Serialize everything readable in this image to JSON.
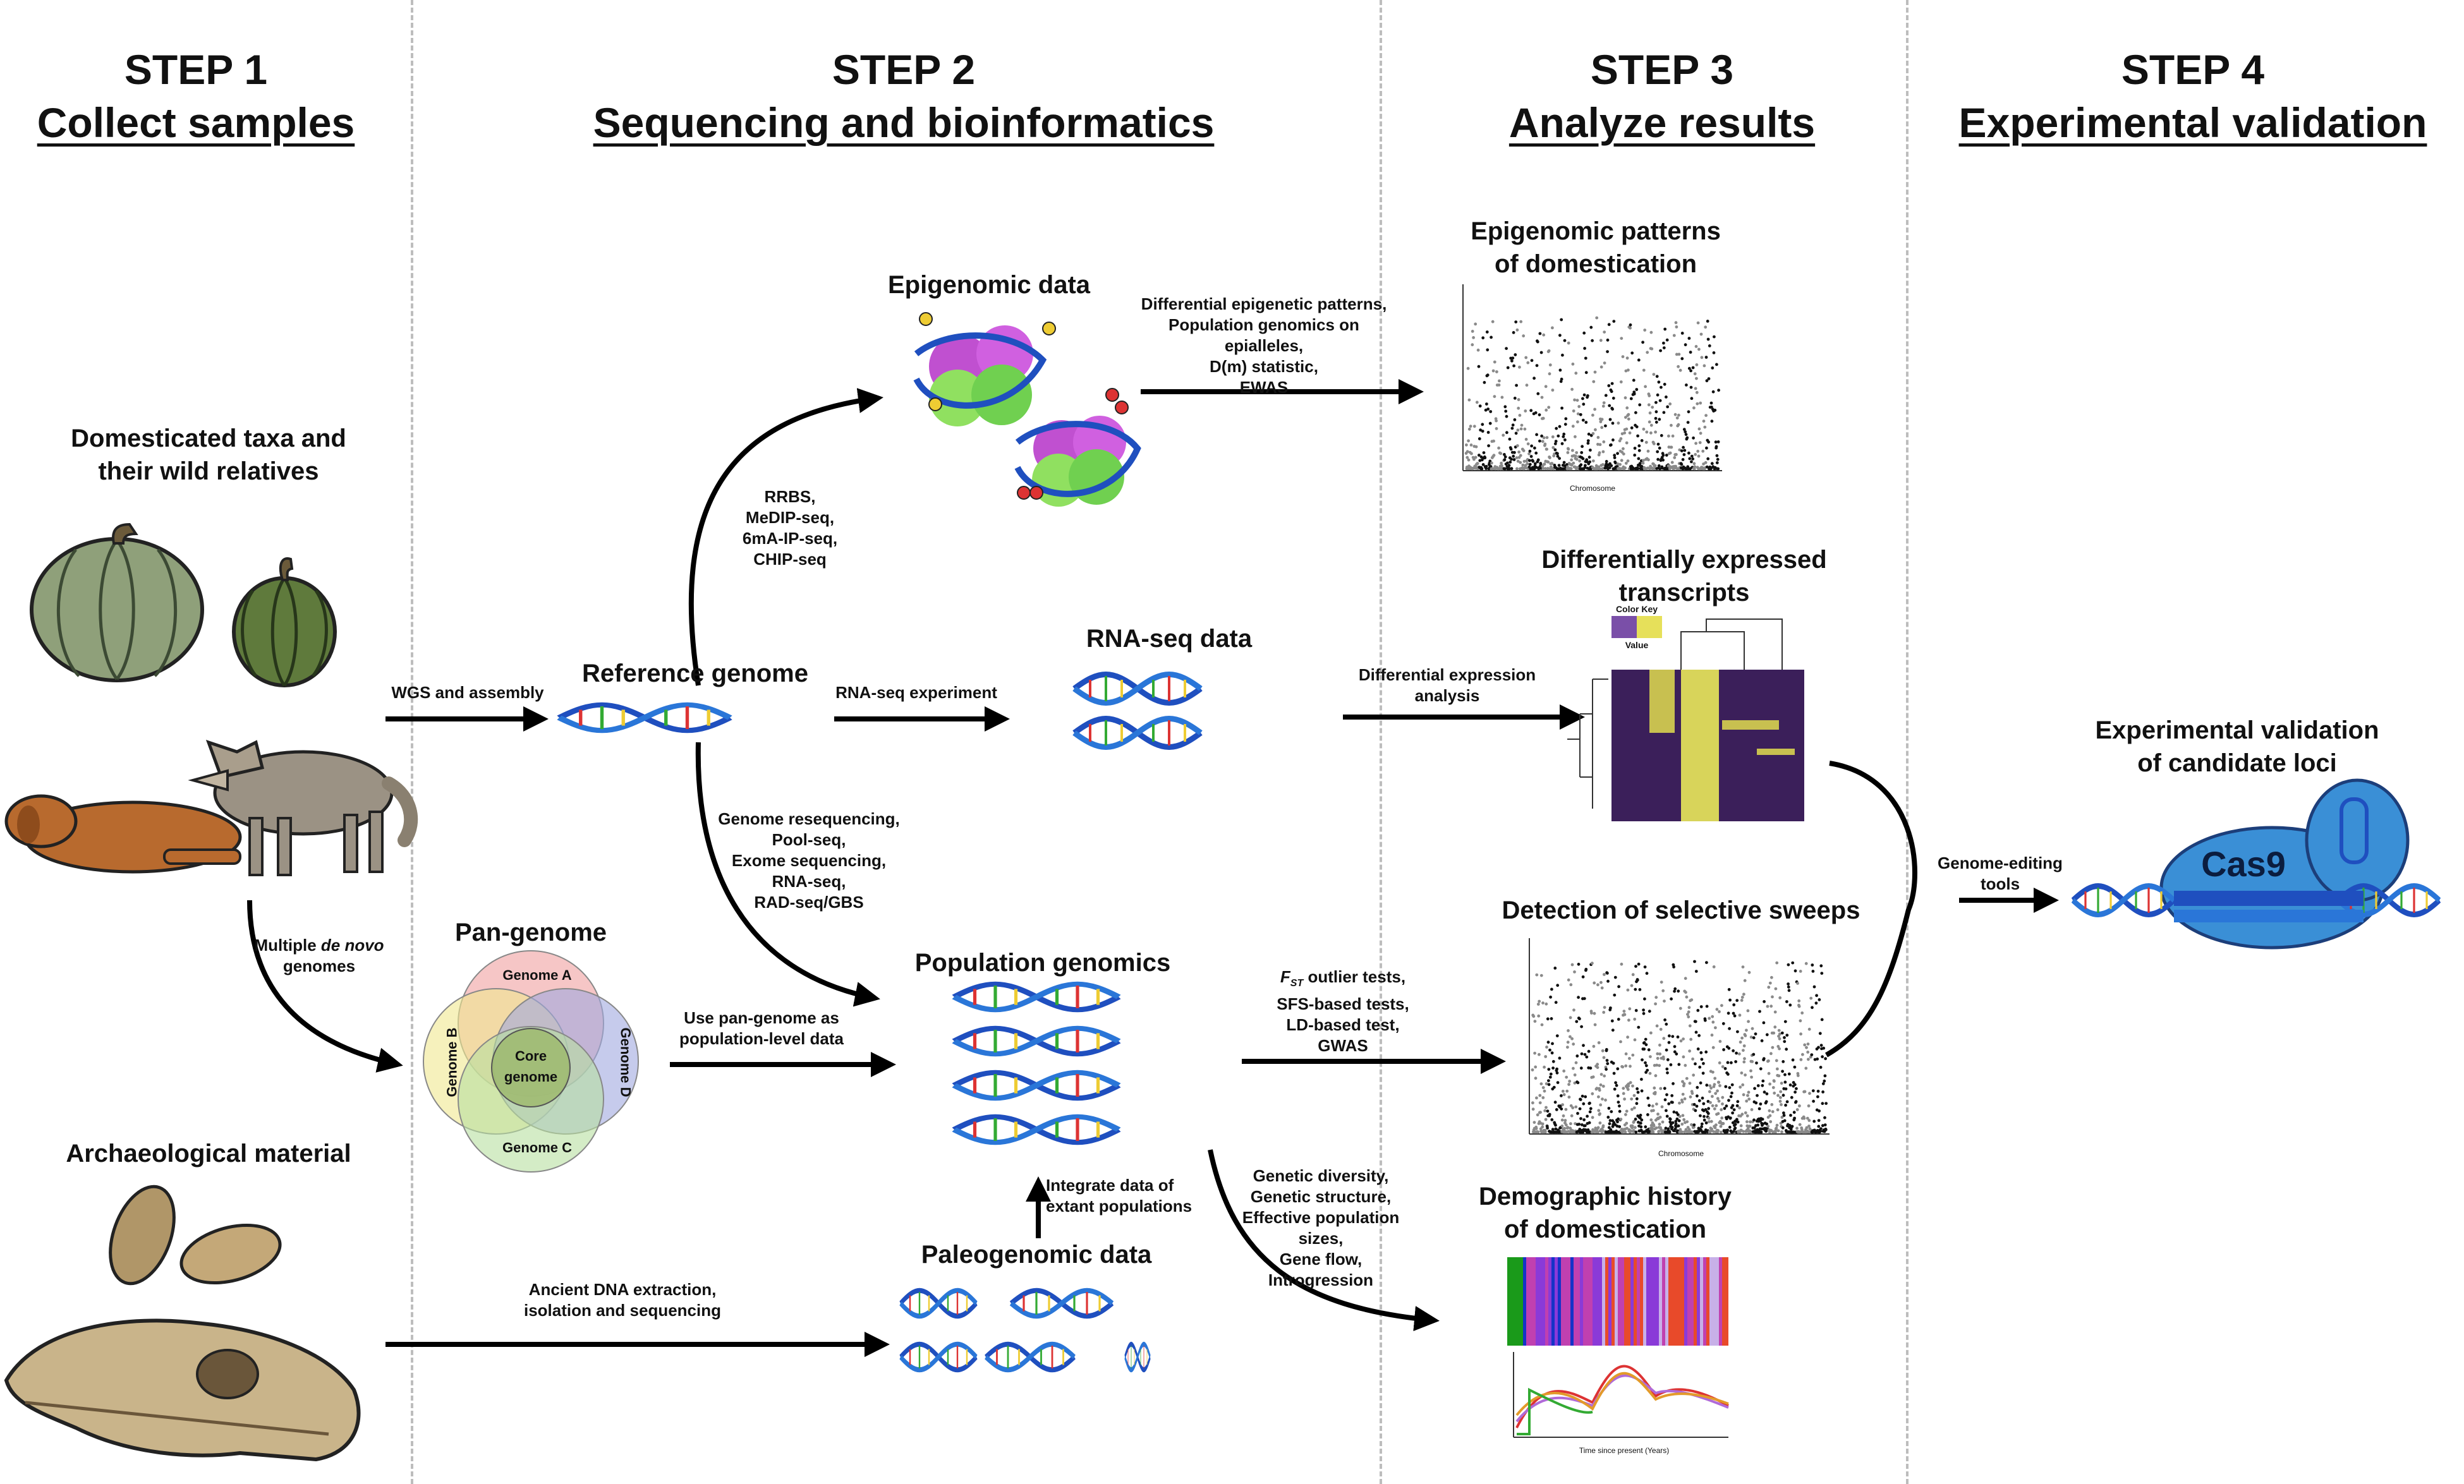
{
  "steps": [
    {
      "title": "STEP 1",
      "subtitle": "Collect samples"
    },
    {
      "title": "STEP 2",
      "subtitle": "Sequencing and bioinformatics"
    },
    {
      "title": "STEP 3",
      "subtitle": "Analyze results"
    },
    {
      "title": "STEP 4",
      "subtitle": "Experimental validation"
    }
  ],
  "step1": {
    "domesticated": "Domesticated taxa and\ntheir wild relatives",
    "archaeological": "Archaeological material"
  },
  "step2": {
    "epigenomic_title": "Epigenomic data",
    "reference_title": "Reference genome",
    "rnaseq_title": "RNA-seq data",
    "pangenome_title": "Pan-genome",
    "popgen_title": "Population genomics",
    "paleo_title": "Paleogenomic data",
    "venn": {
      "a": "Genome A",
      "b": "Genome B",
      "c": "Genome C",
      "d": "Genome D",
      "core": "Core\ngenome"
    }
  },
  "arrow_labels": {
    "wgs": "WGS and assembly",
    "denovo_pre": "Multiple ",
    "denovo_em": "de novo",
    "denovo_post": "\ngenomes",
    "rrbs": "RRBS,\nMeDIP-seq,\n6mA-IP-seq,\nCHIP-seq",
    "rnaseq_exp": "RNA-seq experiment",
    "reseq": "Genome resequencing,\nPool-seq,\nExome sequencing,\nRNA-seq,\nRAD-seq/GBS",
    "pan_use": "Use pan-genome as\npopulation-level data",
    "ancient": "Ancient DNA extraction,\nisolation and sequencing",
    "integrate": "Integrate data of\nextant populations",
    "epi_methods": "Differential epigenetic patterns,\nPopulation genomics on epialleles,\nD(m) statistic,\nEWAS",
    "diff_expr": "Differential expression\nanalysis",
    "sweep_fst_italic": "F",
    "sweep_fst_sub": "ST",
    "sweep_methods": " outlier tests,\nSFS-based tests,\nLD-based test,\nGWAS",
    "demo_methods": "Genetic diversity,\nGenetic structure,\nEffective population sizes,\nGene flow,\nIntrogression",
    "genome_editing": "Genome-editing\ntools"
  },
  "step3": {
    "epi_title": "Epigenomic patterns\nof domestication",
    "dex_title": "Differentially expressed\ntranscripts",
    "sweep_title": "Detection of selective sweeps",
    "demo_title": "Demographic history\nof domestication",
    "heatmap_key_title": "Color Key",
    "heatmap_key_label": "Value",
    "manhattan_xlabel": "Chromosome",
    "demo_xlabel": "Time since present (Years)"
  },
  "step4": {
    "title": "Experimental validation\nof candidate loci",
    "protein": "Cas9"
  },
  "colors": {
    "dna_blue": "#1f4fbf",
    "pumpkin": "#8fa07a",
    "venn_a": "#f0a0a0",
    "venn_b": "#f0e890",
    "venn_c": "#b8e0a0",
    "venn_d": "#a0a8e0",
    "cas9": "#3a8fd6",
    "heat_purple": "#3b1f5a",
    "heat_yellow": "#e6e05a"
  }
}
